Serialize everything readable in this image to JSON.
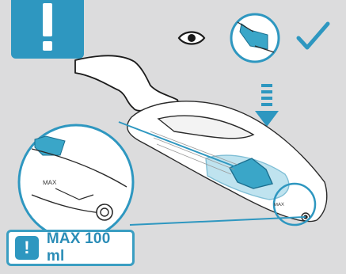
{
  "warning": {
    "icon": "exclamation-icon"
  },
  "status": {
    "icon_eye": "eye-icon",
    "icon_check": "checkmark-icon"
  },
  "illustration": {
    "arrow": "down-dashed-arrow",
    "zoom_label": "MAX",
    "device_label": "MAX"
  },
  "badge": {
    "icon": "exclamation-icon",
    "text": "MAX 100 ml"
  },
  "colors": {
    "accent": "#2e97c0",
    "accent_light": "#3aa6c8",
    "background": "#dcdcdd",
    "line": "#2a2a2a"
  }
}
